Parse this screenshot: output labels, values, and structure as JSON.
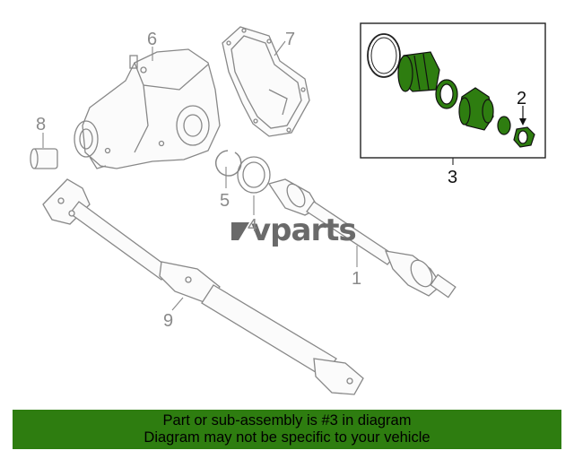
{
  "watermark": "vparts",
  "callouts": {
    "n1": "1",
    "n2": "2",
    "n3": "3",
    "n4": "4",
    "n5": "5",
    "n6": "6",
    "n7": "7",
    "n8": "8",
    "n9": "9"
  },
  "banner": {
    "line1": "Part or sub-assembly is #3 in diagram",
    "line2": "Diagram may not be specific to your vehicle"
  },
  "colors": {
    "highlight": "#2e7d10",
    "banner": "#2e7d10",
    "lineart": "#888888"
  }
}
